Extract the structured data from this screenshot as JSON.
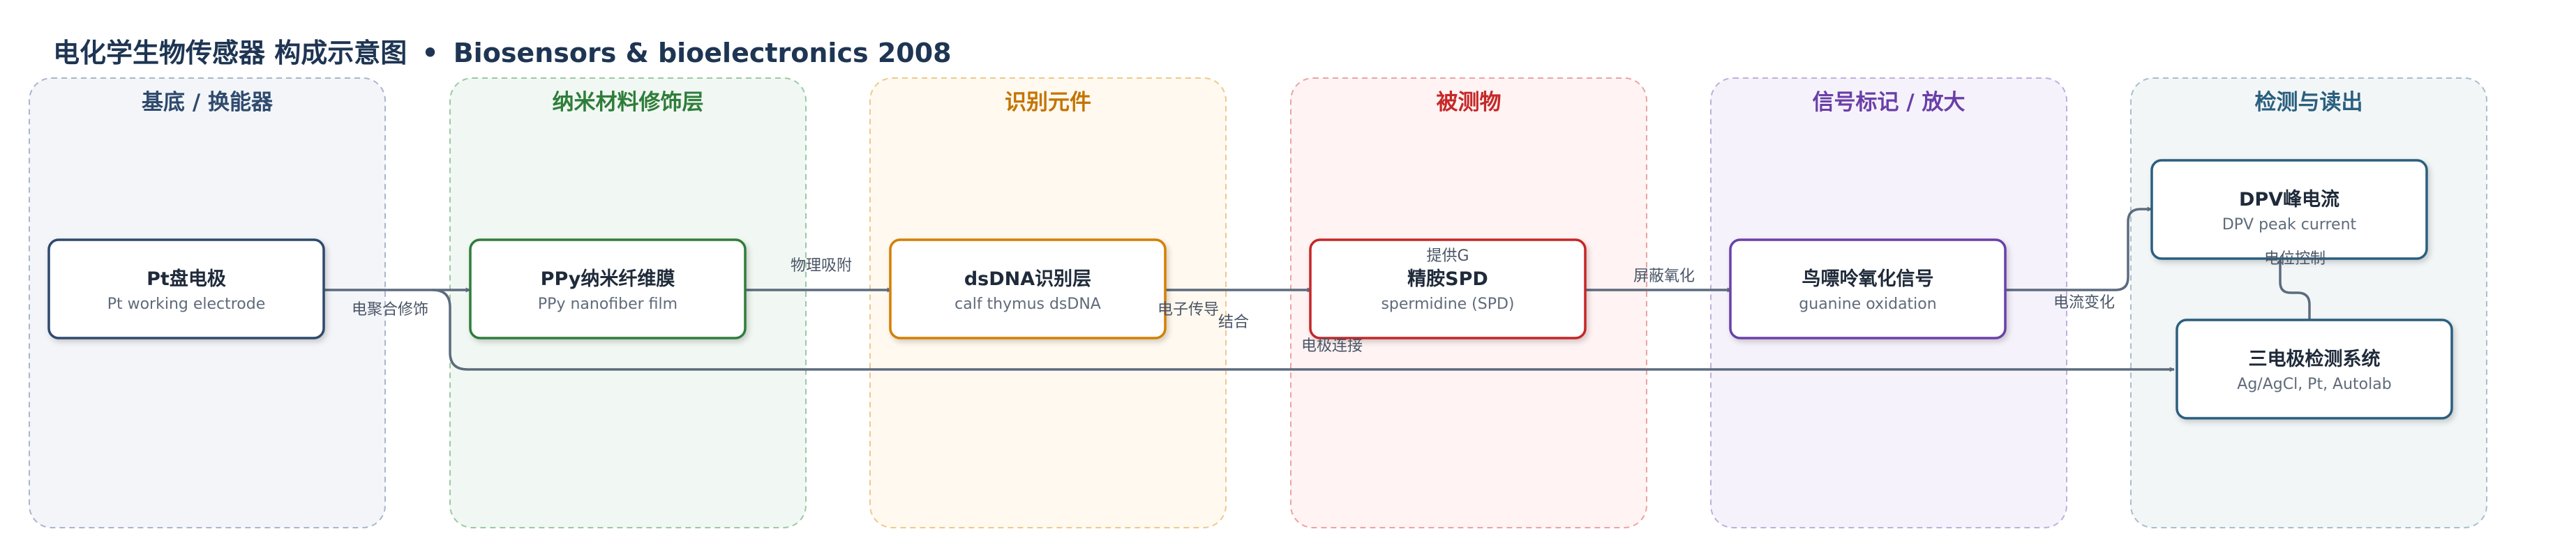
{
  "header": {
    "title": "电化学生物传感器 构成示意图",
    "separator": "•",
    "source": "Biosensors & bioelectronics 2008"
  },
  "lanes": [
    {
      "id": "substrate",
      "label": "基底 / 换能器",
      "fill": "#f3f5f9",
      "stroke": "#aab6cc",
      "color": "#2f4a6d"
    },
    {
      "id": "nano",
      "label": "纳米材料修饰层",
      "fill": "#f1f7f2",
      "stroke": "#9cc9a5",
      "color": "#2e7d3a"
    },
    {
      "id": "recog",
      "label": "识别元件",
      "fill": "#fff9ef",
      "stroke": "#eec98d",
      "color": "#c47400"
    },
    {
      "id": "analyte",
      "label": "被测物",
      "fill": "#fff3f3",
      "stroke": "#eca4a4",
      "color": "#c62828"
    },
    {
      "id": "signal",
      "label": "信号标记 / 放大",
      "fill": "#f6f2fb",
      "stroke": "#bfb0dc",
      "color": "#6a3fa8"
    },
    {
      "id": "detect",
      "label": "检测与读出",
      "fill": "#f2f6f7",
      "stroke": "#a9bfcc",
      "color": "#2a5f7e"
    }
  ],
  "nodes": [
    {
      "id": "pt",
      "title": "Pt盘电极",
      "subtitle": "Pt working electrode",
      "border": "#2f4a6d"
    },
    {
      "id": "ppy",
      "title": "PPy纳米纤维膜",
      "subtitle": "PPy nanofiber film",
      "border": "#2e7d3a"
    },
    {
      "id": "dsdna",
      "title": "dsDNA识别层",
      "subtitle": "calf thymus dsDNA",
      "border": "#d47f00"
    },
    {
      "id": "spd",
      "title": "精胺SPD",
      "subtitle": "spermidine (SPD)",
      "border": "#c62828"
    },
    {
      "id": "guanine",
      "title": "鸟嘌呤氧化信号",
      "subtitle": "guanine oxidation",
      "border": "#6a3fa8"
    },
    {
      "id": "dpv",
      "title": "DPV峰电流",
      "subtitle": "DPV peak current",
      "border": "#2a5f7e"
    },
    {
      "id": "system",
      "title": "三电极检测系统",
      "subtitle": "Ag/AgCl, Pt, Autolab",
      "border": "#2a5f7e"
    }
  ],
  "edges": [
    {
      "id": "pt-ppy",
      "label": "电聚合修饰"
    },
    {
      "id": "ppy-dsdna",
      "label": "物理吸附"
    },
    {
      "id": "dsdna-spd",
      "label": "结合"
    },
    {
      "id": "dsdna-electron",
      "label": "电子传导"
    },
    {
      "id": "spd-provide",
      "label": "提供G"
    },
    {
      "id": "spd-guanine",
      "label": "屏蔽氧化"
    },
    {
      "id": "guanine-dpv",
      "label": "电流变化"
    },
    {
      "id": "system-dpv",
      "label": "电位控制"
    },
    {
      "id": "pt-system",
      "label": "电极连接"
    }
  ]
}
